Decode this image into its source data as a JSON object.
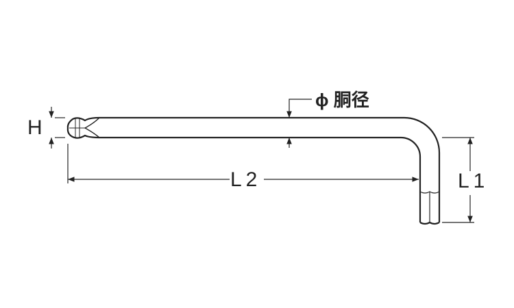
{
  "labels": {
    "height": "H",
    "length_long": "L2",
    "length_short": "L1",
    "shaft_diameter": "ϕ 胴径"
  },
  "colors": {
    "line": "#222222",
    "background": "#ffffff"
  }
}
